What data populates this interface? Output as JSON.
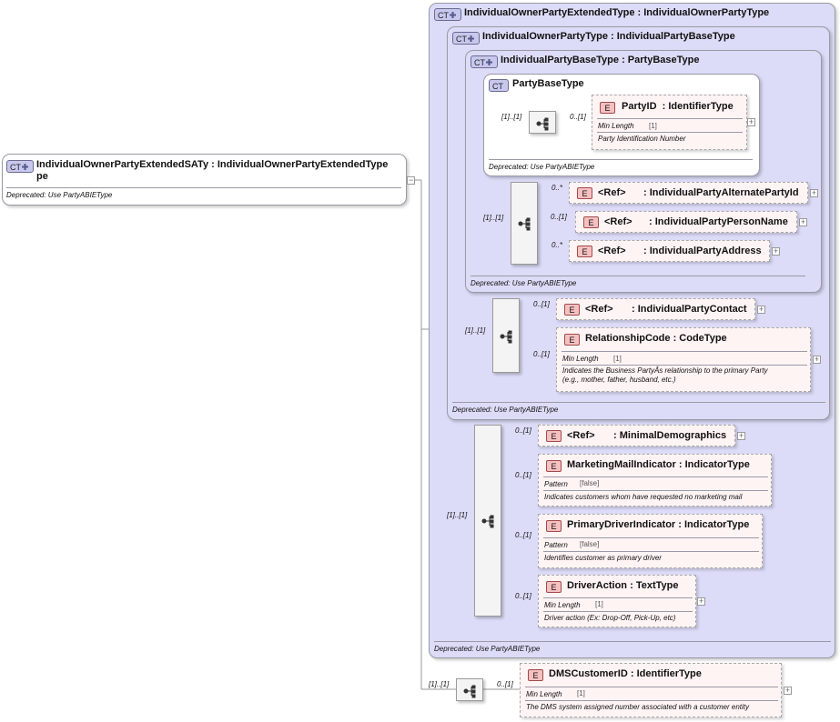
{
  "root": {
    "badge": "CT",
    "title_line1": "IndividualOwnerPartyExtendedSATy",
    "title_sep": " : ",
    "title_type": "IndividualOwnerPartyExtendedType",
    "title_line2": "pe",
    "note": "Deprecated: Use PartyABIEType"
  },
  "ext_type": {
    "badge": "CT",
    "name": "IndividualOwnerPartyExtendedType",
    "base": "IndividualOwnerPartyType",
    "note": "Deprecated: Use PartyABIEType"
  },
  "owner_type": {
    "badge": "CT",
    "name": "IndividualOwnerPartyType",
    "base": "IndividualPartyBaseType",
    "note": "Deprecated: Use PartyABIEType"
  },
  "indiv_base": {
    "badge": "CT",
    "name": "IndividualPartyBaseType",
    "base": "PartyBaseType",
    "note": "Deprecated: Use PartyABIEType"
  },
  "party_base": {
    "badge": "CT",
    "name": "PartyBaseType",
    "note": "Deprecated: Use PartyABIEType"
  },
  "cardinality": {
    "c1_1": "[1]..[1]",
    "c0_1": "0..[1]",
    "c0_star": "0..*"
  },
  "elements": {
    "party_id": {
      "badge": "E",
      "name": "PartyID",
      "sep": "  : ",
      "type": "IdentifierType",
      "facet": "Min Length",
      "facet_val": "[1]",
      "doc": "Party Identification Number"
    },
    "alt_party_id": {
      "badge": "E",
      "ref": "<Ref>",
      "name": ": IndividualPartyAlternatePartyId"
    },
    "person_name": {
      "badge": "E",
      "ref": "<Ref>",
      "name": ": IndividualPartyPersonName"
    },
    "address": {
      "badge": "E",
      "ref": "<Ref>",
      "name": ": IndividualPartyAddress"
    },
    "contact": {
      "badge": "E",
      "ref": "<Ref>",
      "name": ": IndividualPartyContact"
    },
    "relationship": {
      "badge": "E",
      "name": "RelationshipCode",
      "sep": " : ",
      "type": "CodeType",
      "facet": "Min Length",
      "facet_val": "[1]",
      "doc1": "Indicates the Business PartyÂs relationship to the primary Party",
      "doc2": "(e.g., mother, father, husband, etc.)"
    },
    "demographics": {
      "badge": "E",
      "ref": "<Ref>",
      "name": ": MinimalDemographics"
    },
    "marketing": {
      "badge": "E",
      "name": "MarketingMailIndicator",
      "sep": " : ",
      "type": "IndicatorType",
      "facet": "Pattern",
      "facet_val": "[false]",
      "doc": "Indicates customers whom have requested no marketing mail"
    },
    "primary_driver": {
      "badge": "E",
      "name": "PrimaryDriverIndicator",
      "sep": " : ",
      "type": "IndicatorType",
      "facet": "Pattern",
      "facet_val": "[false]",
      "doc": "Identifies customer as primary driver"
    },
    "driver_action": {
      "badge": "E",
      "name": "DriverAction",
      "sep": " : ",
      "type": "TextType",
      "facet": "Min Length",
      "facet_val": "[1]",
      "doc": "Driver action (Ex: Drop-Off, Pick-Up, etc)"
    },
    "dms_customer": {
      "badge": "E",
      "name": "DMSCustomerID",
      "sep": " : ",
      "type": "IdentifierType",
      "facet": "Min Length",
      "facet_val": "[1]",
      "doc": "The DMS system assigned number associated with a customer entity"
    }
  },
  "expand_symbol": "+"
}
